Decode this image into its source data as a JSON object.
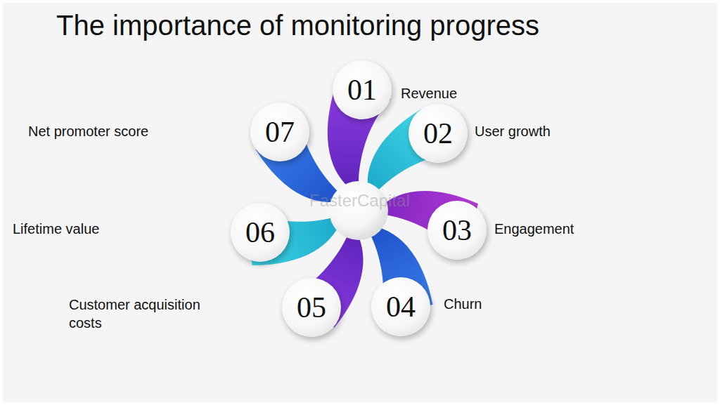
{
  "diagram": {
    "title": "The importance of monitoring progress",
    "nodes": [
      {
        "text": [
          "01",
          "Revenue"
        ]
      },
      {
        "text": [
          "02",
          "User growth"
        ]
      },
      {
        "text": [
          "03",
          "Engagement"
        ]
      },
      {
        "text": [
          "04",
          "Churn"
        ]
      },
      {
        "text": [
          "05",
          "Customer acquisition costs"
        ]
      },
      {
        "text": [
          "06",
          "Lifetime value"
        ]
      },
      {
        "text": [
          "07",
          "Net promoter score"
        ]
      }
    ],
    "labels": [
      "FasterCapital"
    ]
  }
}
